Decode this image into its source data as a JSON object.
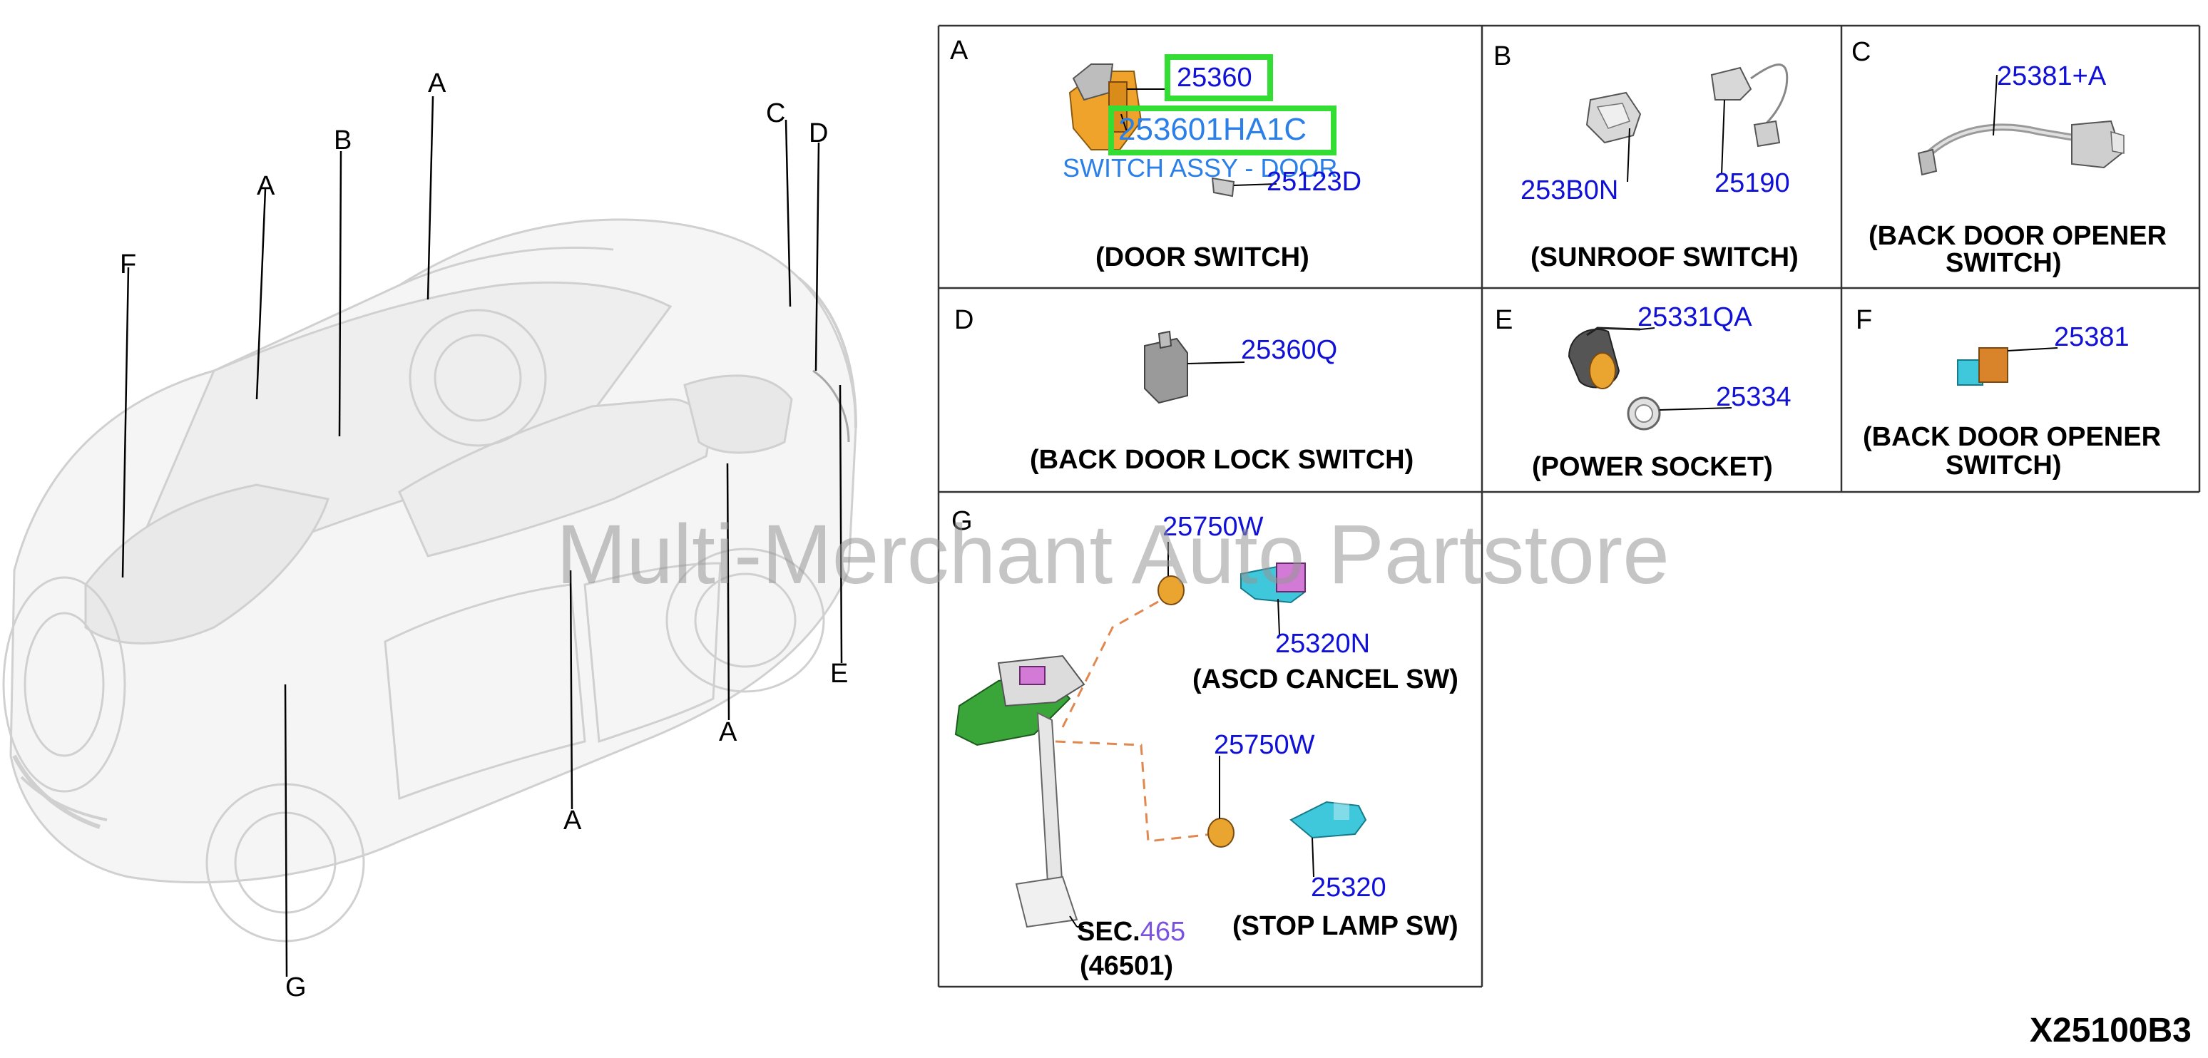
{
  "colors": {
    "part_number": "#1010d8",
    "highlight": "#33dd33",
    "name_label": "#2a7fe8",
    "sec_number": "#7b52e0",
    "grid_border": "#333333",
    "leader_dashed": "#e08850"
  },
  "vehicle_callouts": [
    {
      "letter": "A"
    },
    {
      "letter": "B"
    },
    {
      "letter": "A"
    },
    {
      "letter": "F"
    },
    {
      "letter": "C"
    },
    {
      "letter": "D"
    },
    {
      "letter": "E"
    },
    {
      "letter": "A"
    },
    {
      "letter": "A"
    },
    {
      "letter": "G"
    }
  ],
  "panels": {
    "A": {
      "letter": "A",
      "caption": "(DOOR SWITCH)",
      "parts": [
        "25360",
        "253601HA1C",
        "25123D"
      ],
      "name_label": "SWITCH ASSY - DOOR"
    },
    "B": {
      "letter": "B",
      "caption": "(SUNROOF SWITCH)",
      "parts": [
        "253B0N",
        "25190"
      ]
    },
    "C": {
      "letter": "C",
      "caption_line1": "(BACK DOOR OPENER",
      "caption_line2": "SWITCH)",
      "parts": [
        "25381+A"
      ]
    },
    "D": {
      "letter": "D",
      "caption": "(BACK DOOR LOCK SWITCH)",
      "parts": [
        "25360Q"
      ]
    },
    "E": {
      "letter": "E",
      "caption": "(POWER SOCKET)",
      "parts": [
        "25331QA",
        "25334"
      ]
    },
    "F": {
      "letter": "F",
      "caption_line1": "(BACK DOOR OPENER",
      "caption_line2": "SWITCH)",
      "parts": [
        "25381"
      ]
    },
    "G": {
      "letter": "G",
      "parts": [
        "25750W",
        "25320N",
        "25750W",
        "25320"
      ],
      "caption_ascd": "(ASCD CANCEL SW)",
      "caption_stop": "(STOP LAMP SW)",
      "sec_prefix": "SEC.",
      "sec_number": "465",
      "sec_sub": "(46501)"
    }
  },
  "watermark": "Multi-Merchant Auto Partstore",
  "diagram_code": "X25100B3"
}
